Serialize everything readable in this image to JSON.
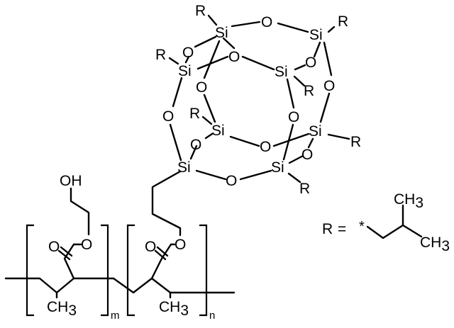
{
  "atoms": {
    "silicon": "Si",
    "oxygen": "O",
    "r_group": "R",
    "hydroxyl": "OH",
    "methyl": "CH",
    "methyl_subscript": "3"
  },
  "repeat_units": {
    "first": "m",
    "second": "n"
  },
  "r_definition": {
    "label": "R",
    "equals": "=",
    "attachment": "*",
    "methyl_a": "CH",
    "methyl_a_sub": "3",
    "methyl_b": "CH",
    "methyl_b_sub": "3"
  },
  "colors": {
    "ink": "#000000",
    "background": "#ffffff"
  }
}
